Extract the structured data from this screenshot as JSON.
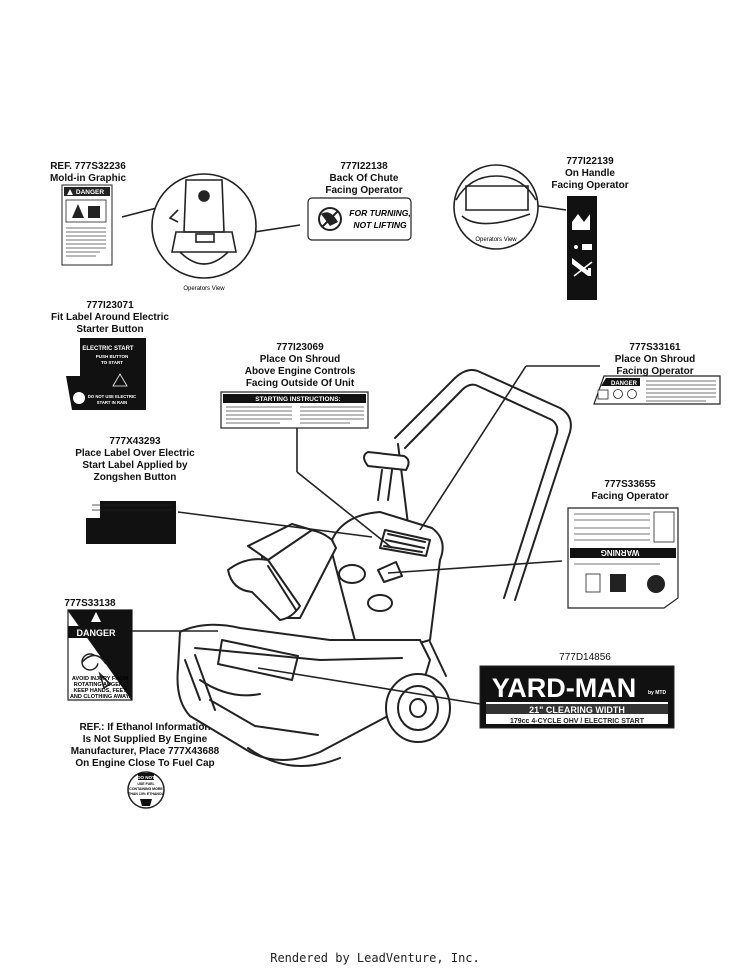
{
  "callouts": {
    "ref_777s32236": {
      "line1": "REF. 777S32236",
      "line2": "Mold-in Graphic"
    },
    "c_777i22138": {
      "line1": "777I22138",
      "line2": "Back Of Chute",
      "line3": "Facing Operator"
    },
    "c_777i22139": {
      "line1": "777I22139",
      "line2": "On Handle",
      "line3": "Facing Operator"
    },
    "c_777i23071": {
      "line1": "777I23071",
      "line2": "Fit Label Around Electric",
      "line3": "Starter Button"
    },
    "c_777i23069": {
      "line1": "777I23069",
      "line2": "Place On Shroud",
      "line3": "Above Engine Controls",
      "line4": "Facing Outside Of Unit"
    },
    "c_777s33161": {
      "line1": "777S33161",
      "line2": "Place On Shroud",
      "line3": "Facing Operator"
    },
    "c_777x43293": {
      "line1": "777X43293",
      "line2": "Place Label Over Electric",
      "line3": "Start Label Applied by",
      "line4": "Zongshen Button"
    },
    "c_777s33655": {
      "line1": "777S33655",
      "line2": "Facing Operator"
    },
    "c_777s33138": {
      "line1": "777S33138"
    },
    "c_777d14856": {
      "line1": "777D14856"
    },
    "ref_ethanol": {
      "line1": "REF.: If Ethanol Information",
      "line2": "Is Not Supplied By Engine",
      "line3": "Manufacturer, Place 777X43688",
      "line4": "On Engine Close To Fuel Cap"
    }
  },
  "labels": {
    "danger_word": "DANGER",
    "turning_text_1": "FOR TURNING,",
    "turning_text_2": "NOT LIFTING",
    "operators_view_1": "Operators View",
    "operators_view_2": "Operators View",
    "electric_start_title": "ELECTRIC START",
    "electric_start_push_1": "PUSH BUTTON",
    "electric_start_push_2": "TO START",
    "electric_start_warn_1": "DO NOT USE ELECTRIC",
    "electric_start_warn_2": "START IN RAIN",
    "starting_instructions": "STARTING INSTRUCTIONS:",
    "danger_777s33161": "DANGER",
    "warning_word": "WARNING",
    "danger_777s33138": "DANGER",
    "auger_warning_1": "AVOID INJURY FROM",
    "auger_warning_2": "ROTATING AUGER -",
    "auger_warning_3": "KEEP HANDS, FEET",
    "auger_warning_4": "AND CLOTHING AWAY.",
    "brand": "YARD-MAN",
    "brand_sub": "by MTD",
    "clearing_width": "21\" CLEARING WIDTH",
    "engine_desc": "179cc 4-CYCLE OHV / ELECTRIC START",
    "ethanol_1": "DO NOT",
    "ethanol_2": "USE FUEL",
    "ethanol_3": "CONTAINING MORE",
    "ethanol_4": "THAN 10% ETHANOL"
  },
  "footer": "Rendered by LeadVenture, Inc."
}
